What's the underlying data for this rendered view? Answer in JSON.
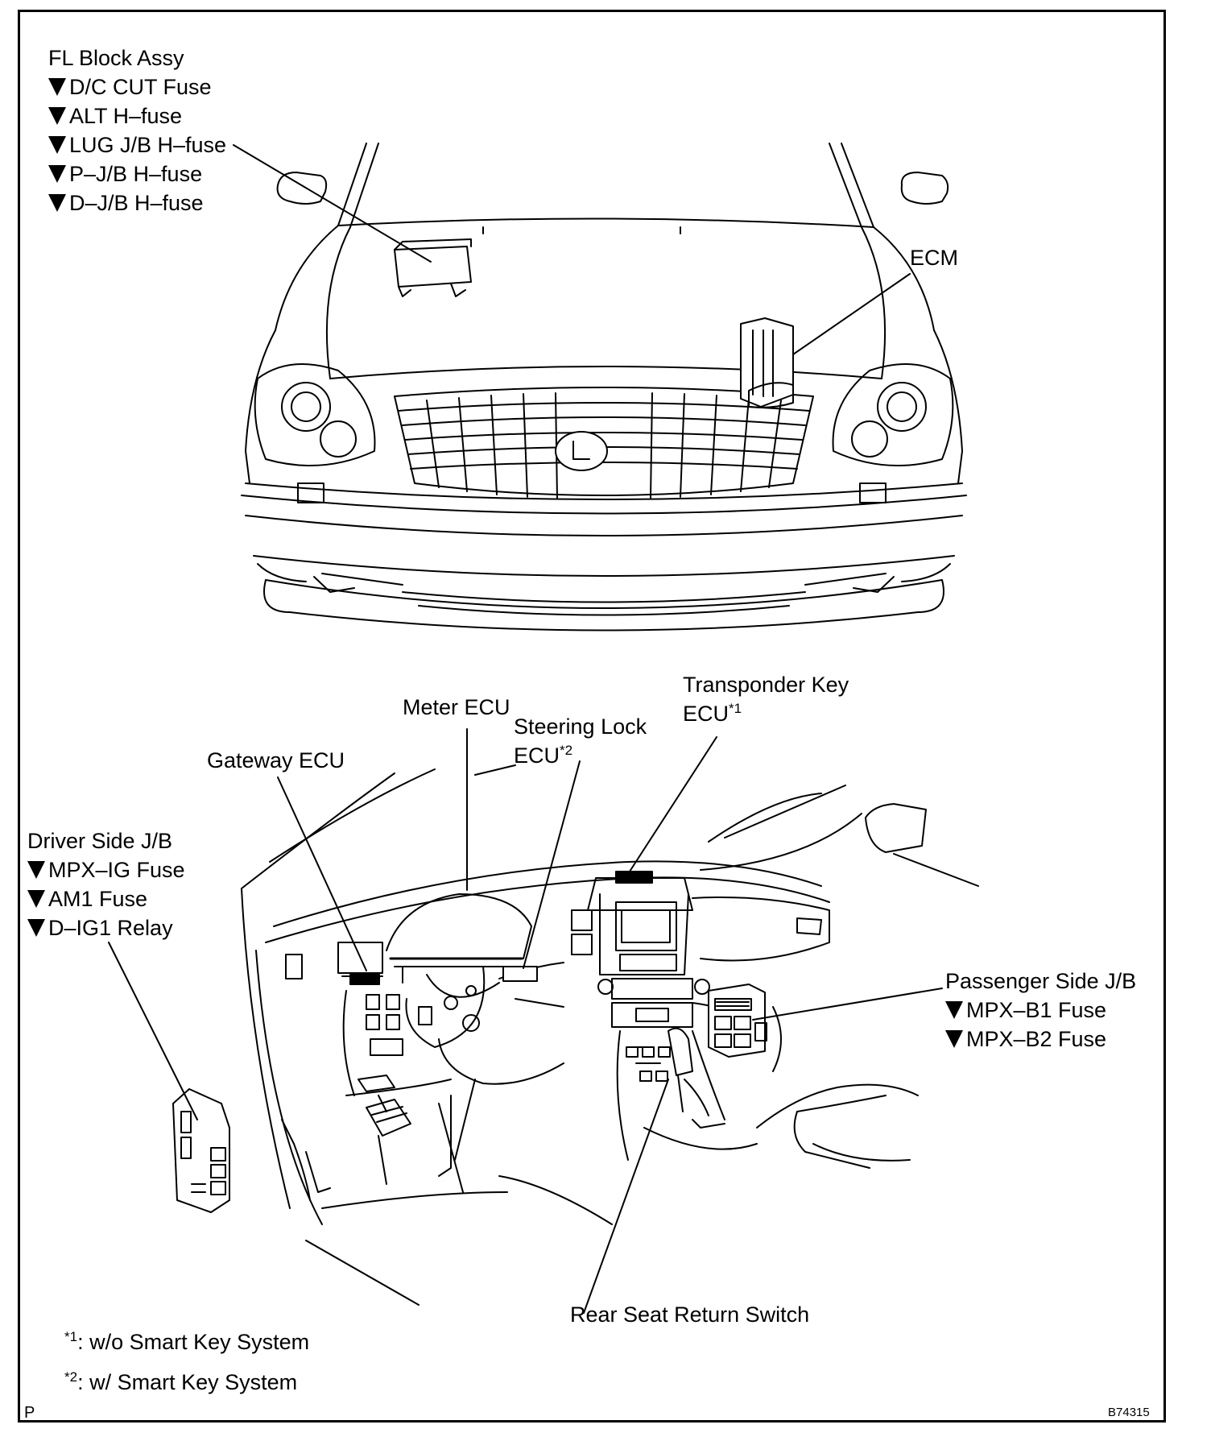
{
  "fl_block": {
    "title": "FL Block Assy",
    "items": [
      "D/C CUT Fuse",
      "ALT H–fuse",
      "LUG J/B H–fuse",
      "P–J/B H–fuse",
      "D–J/B H–fuse"
    ]
  },
  "ecm": {
    "label": "ECM"
  },
  "meter_ecu": {
    "label": "Meter ECU"
  },
  "gateway_ecu": {
    "label": "Gateway ECU"
  },
  "steering_lock": {
    "line1": "Steering Lock",
    "line2": "ECU",
    "mark": "*2"
  },
  "transponder": {
    "line1": "Transponder  Key",
    "line2": "ECU",
    "mark": "*1"
  },
  "driver_jb": {
    "title": "Driver Side J/B",
    "items": [
      "MPX–IG Fuse",
      "AM1 Fuse",
      "D–IG1 Relay"
    ]
  },
  "passenger_jb": {
    "title": "Passenger Side J/B",
    "items": [
      "MPX–B1 Fuse",
      "MPX–B2 Fuse"
    ]
  },
  "rear_seat": {
    "label": "Rear Seat Return Switch"
  },
  "footnotes": [
    {
      "mark": "*1",
      "text": ": w/o Smart Key System"
    },
    {
      "mark": "*2",
      "text": ": w/ Smart Key System"
    }
  ],
  "corner_left": "P",
  "corner_right": "B74315"
}
